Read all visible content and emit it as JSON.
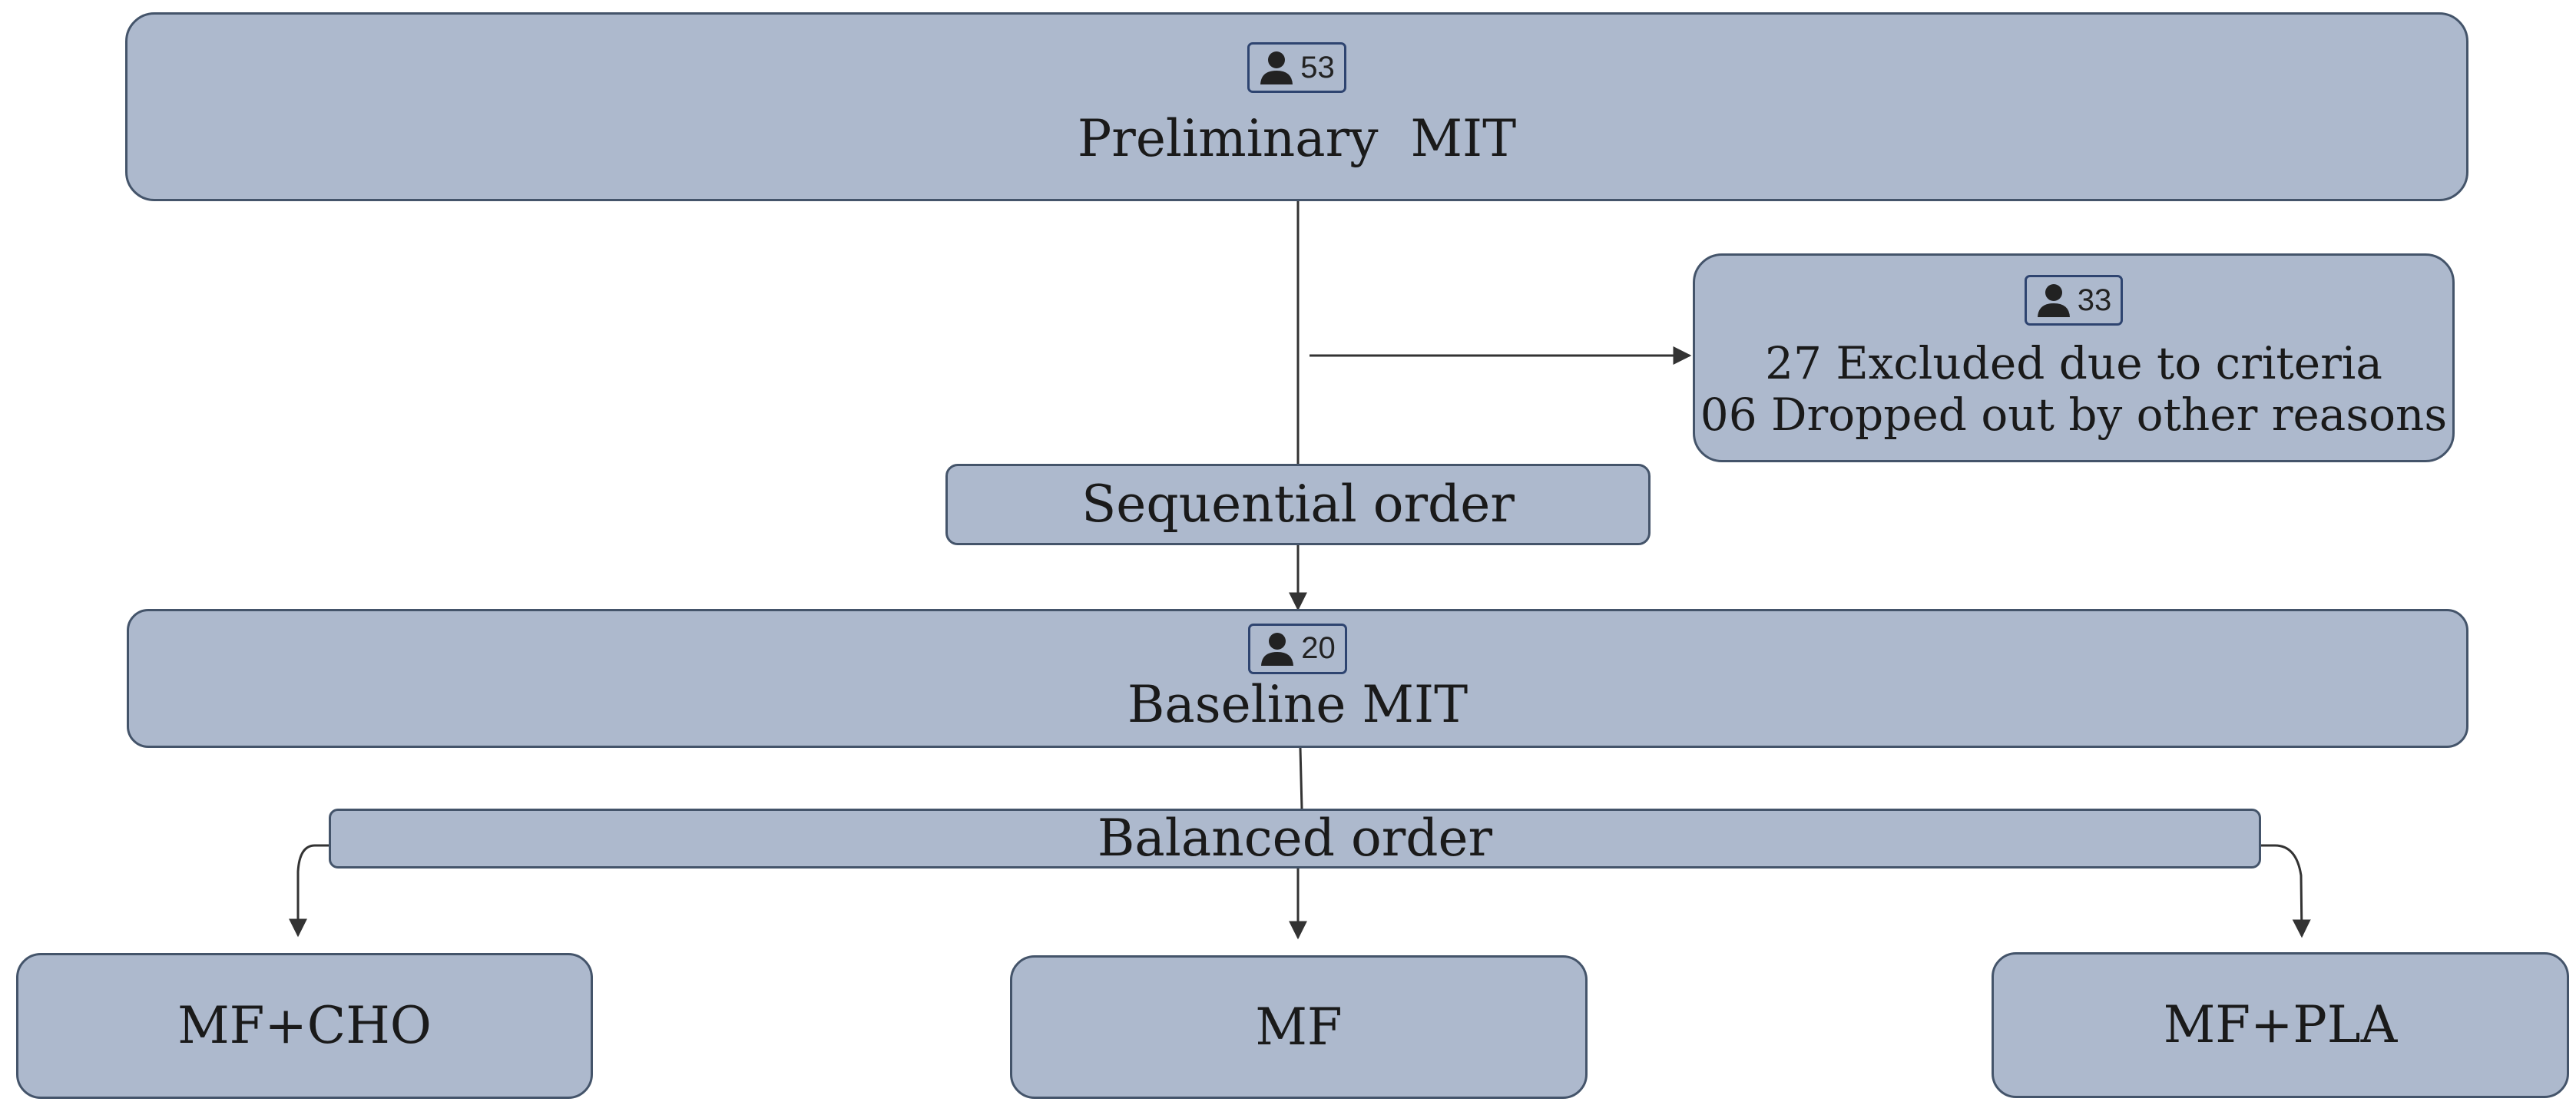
{
  "nodes": {
    "preliminary": {
      "label": "Preliminary  MIT",
      "count": "53"
    },
    "excluded": {
      "count": "33",
      "lines": [
        "27 Excluded due to criteria",
        "06 Dropped out by other reasons"
      ]
    },
    "sequential": {
      "label": "Sequential order"
    },
    "baseline": {
      "label": "Baseline MIT",
      "count": "20"
    },
    "balanced": {
      "label": "Balanced order"
    },
    "mf_cho": {
      "label": "MF+CHO"
    },
    "mf": {
      "label": "MF"
    },
    "mf_pla": {
      "label": "MF+PLA"
    }
  },
  "icons": {
    "participant": "person-icon"
  },
  "colors": {
    "box_fill": "#adb9cd",
    "box_border": "#44546a",
    "badge_border": "#2e4470",
    "line": "#333333"
  }
}
